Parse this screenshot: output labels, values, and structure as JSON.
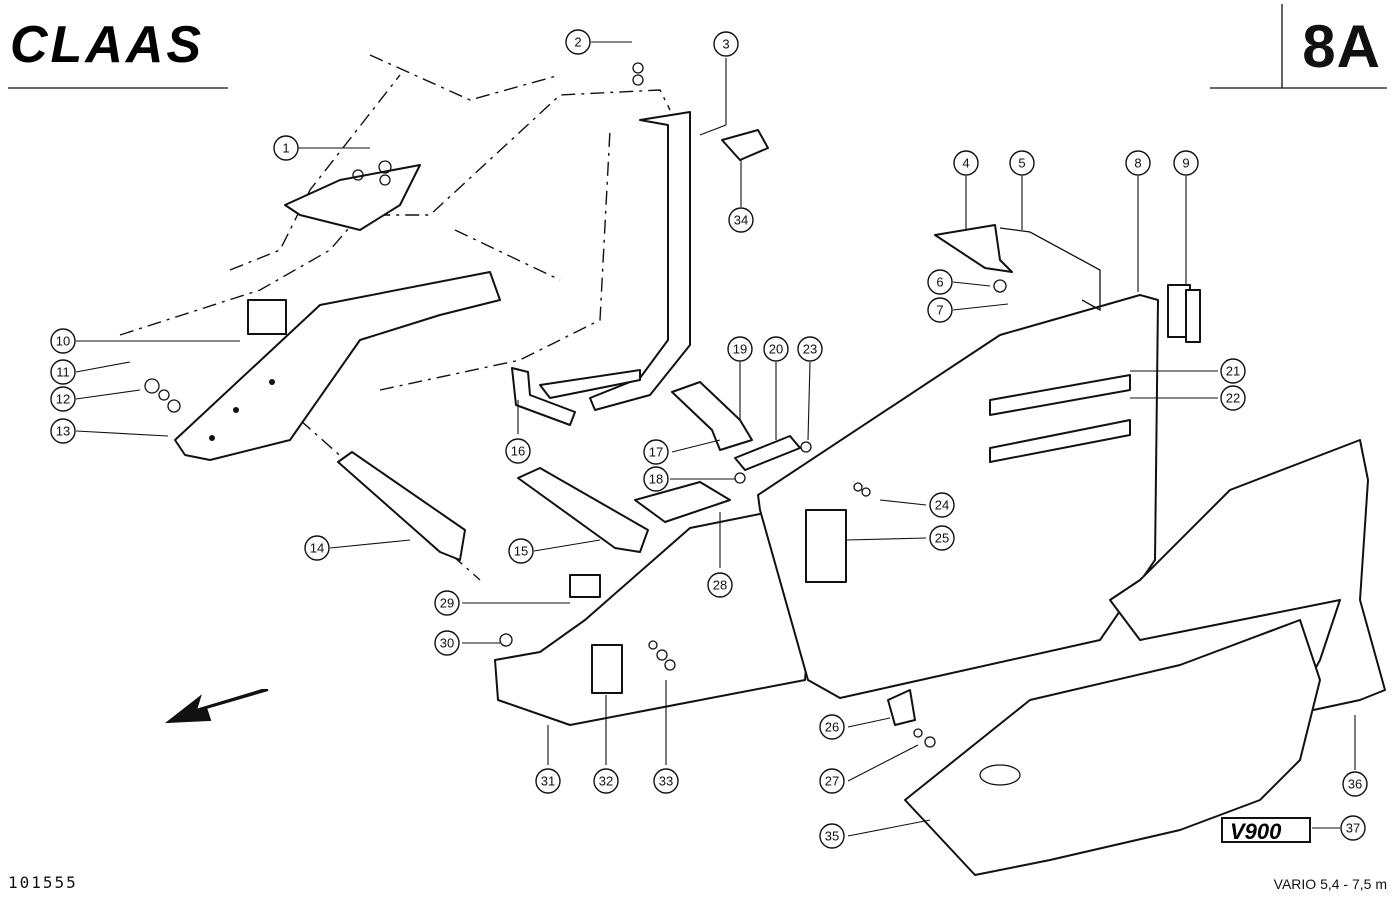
{
  "header": {
    "brand": "CLAAS",
    "sheet_id": "8A"
  },
  "footer": {
    "ref_number": "101555",
    "model": "VARIO 5,4 - 7,5 m"
  },
  "badge_text": "V900",
  "callouts": [
    "1",
    "2",
    "3",
    "4",
    "5",
    "6",
    "7",
    "8",
    "9",
    "10",
    "11",
    "12",
    "13",
    "14",
    "15",
    "16",
    "17",
    "18",
    "19",
    "20",
    "21",
    "22",
    "23",
    "24",
    "25",
    "26",
    "27",
    "28",
    "29",
    "30",
    "31",
    "32",
    "33",
    "34",
    "35",
    "36",
    "37"
  ]
}
